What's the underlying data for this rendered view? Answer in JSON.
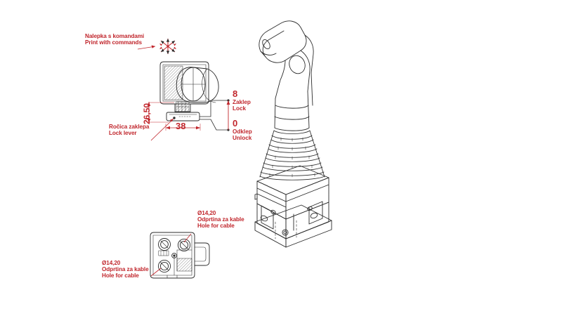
{
  "drawing": {
    "title": "Joystick controller technical drawing",
    "background_color": "#ffffff",
    "line_color": "#2b2b2b",
    "annotation_color": "#c1272d"
  },
  "annotations": {
    "sticker": {
      "line1": "Nalepka s komandami",
      "line2": "Print with commands",
      "icon": "directional-arrows-icon"
    },
    "lock_lever": {
      "line1": "Ročica zaklepa",
      "line2": "Lock lever"
    },
    "lock_position": {
      "value": "8",
      "line1": "Zaklep",
      "line2": "Lock"
    },
    "unlock_position": {
      "value": "0",
      "line1": "Odklep",
      "line2": "Unlock"
    },
    "cable_hole_upper": {
      "value": "Ø14,20",
      "line1": "Odprtina za kable",
      "line2": "Hole for cable"
    },
    "cable_hole_lower": {
      "value": "Ø14,20",
      "line1": "Odprtina za kable",
      "line2": "Hole for cable"
    }
  },
  "dimensions": {
    "width": "38",
    "height": "26,50"
  }
}
